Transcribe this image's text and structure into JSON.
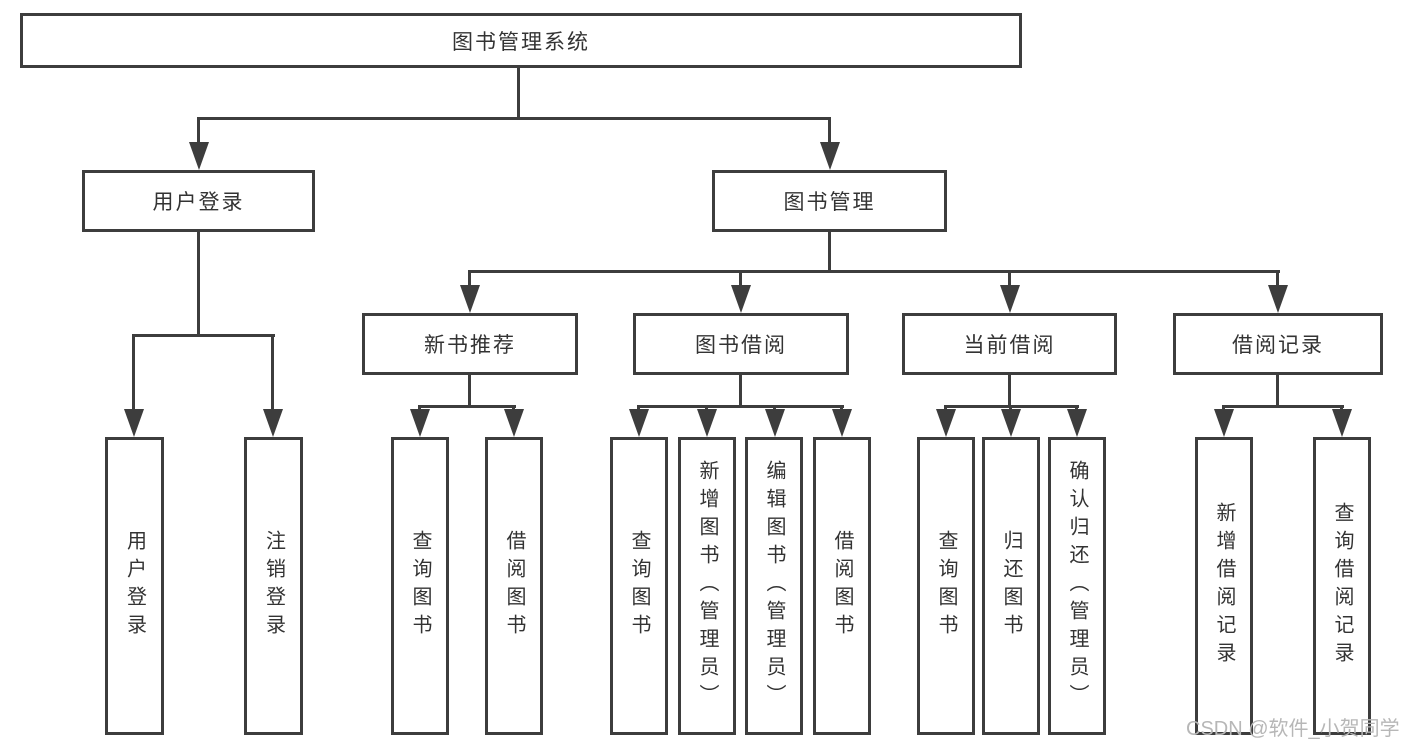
{
  "tree": {
    "root": "图书管理系统",
    "level2": [
      {
        "label": "用户登录",
        "children": [
          {
            "label": "用户登录"
          },
          {
            "label": "注销登录"
          }
        ]
      },
      {
        "label": "图书管理",
        "children": [
          {
            "label": "新书推荐",
            "children": [
              {
                "label": "查询图书"
              },
              {
                "label": "借阅图书"
              }
            ]
          },
          {
            "label": "图书借阅",
            "children": [
              {
                "label": "查询图书"
              },
              {
                "label": "新增图书（管理员）"
              },
              {
                "label": "编辑图书（管理员）"
              },
              {
                "label": "借阅图书"
              }
            ]
          },
          {
            "label": "当前借阅",
            "children": [
              {
                "label": "查询图书"
              },
              {
                "label": "归还图书"
              },
              {
                "label": "确认归还（管理员）"
              }
            ]
          },
          {
            "label": "借阅记录",
            "children": [
              {
                "label": "新增借阅记录"
              },
              {
                "label": "查询借阅记录"
              }
            ]
          }
        ]
      }
    ]
  },
  "watermark": {
    "text": "CSDN @软件_小贺同学"
  },
  "colors": {
    "line": "#3d3d3d",
    "text": "#333333",
    "watermark": "#b7b7b7",
    "background": "#ffffff"
  }
}
